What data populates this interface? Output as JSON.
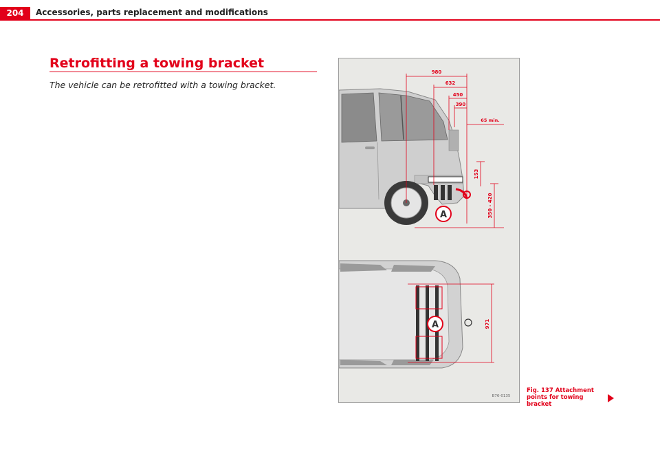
{
  "header": {
    "page_number": "204",
    "chapter_title": "Accessories, parts replacement and modifications"
  },
  "section": {
    "title": "Retrofitting a towing bracket",
    "intro": "The vehicle can be retrofitted with a towing bracket."
  },
  "figure": {
    "dimensions": {
      "d980": "980",
      "d632": "632",
      "d450": "450",
      "d390": "390",
      "d65min": "65 min.",
      "d153": "153",
      "d350_420": "350 - 420",
      "d971": "971"
    },
    "marker_label": "A",
    "image_code": "B76-0135",
    "caption_line1": "Fig. 137   Attachment",
    "caption_line2": "points for towing bracket"
  },
  "colors": {
    "accent": "#e2001a",
    "text": "#222222",
    "figure_bg": "#e9e9e6",
    "car_body": "#c8c8c8",
    "dim_lines": "#e2001a"
  }
}
